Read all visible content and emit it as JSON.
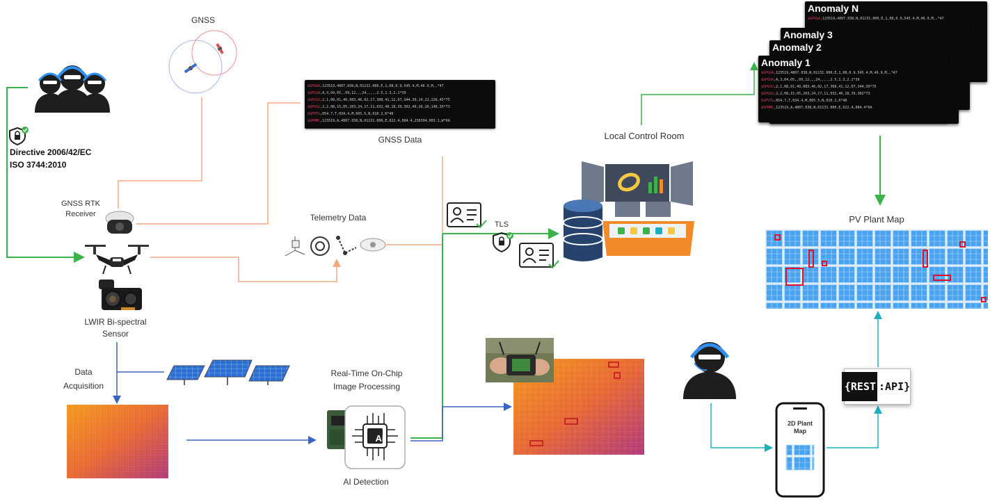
{
  "labels": {
    "gnss": "GNSS",
    "directive": "Directive 2006/42/EC",
    "iso": "ISO 3744:2010",
    "gnss_rtk": "GNSS RTK",
    "receiver": "Receiver",
    "lwir1": "LWIR Bi-spectral",
    "lwir2": "Sensor",
    "data_acq1": "Data",
    "data_acq2": "Acquisition",
    "gnss_data": "GNSS Data",
    "telemetry": "Telemetry Data",
    "tls": "TLS",
    "realtime1": "Real-Time On-Chip",
    "realtime2": "Image Processing",
    "ai_detection": "AI Detection",
    "ai_chip": "AI",
    "local_control": "Local Control Room",
    "pv_map": "PV Plant Map",
    "plant_2d1": "2D Plant",
    "plant_2d2": "Map",
    "rest_left": "{REST",
    "rest_right": ":API}"
  },
  "anomalies": [
    "Anomaly N",
    "Anomaly 3",
    "Anomaly 2",
    "Anomaly 1"
  ],
  "colors": {
    "green": "#3cb34a",
    "orange": "#f2a97e",
    "blue": "#3a63c8",
    "teal": "#1ab0c0",
    "anomaly_red": "#e0102a"
  },
  "icons": [
    "gnss-satellite-icon",
    "operator-group-icon",
    "lock-check-icon",
    "drone-icon",
    "database-icon",
    "control-room-icon",
    "ai-chip-icon",
    "solar-panels-icon",
    "smartphone-icon",
    "id-card-icon"
  ]
}
